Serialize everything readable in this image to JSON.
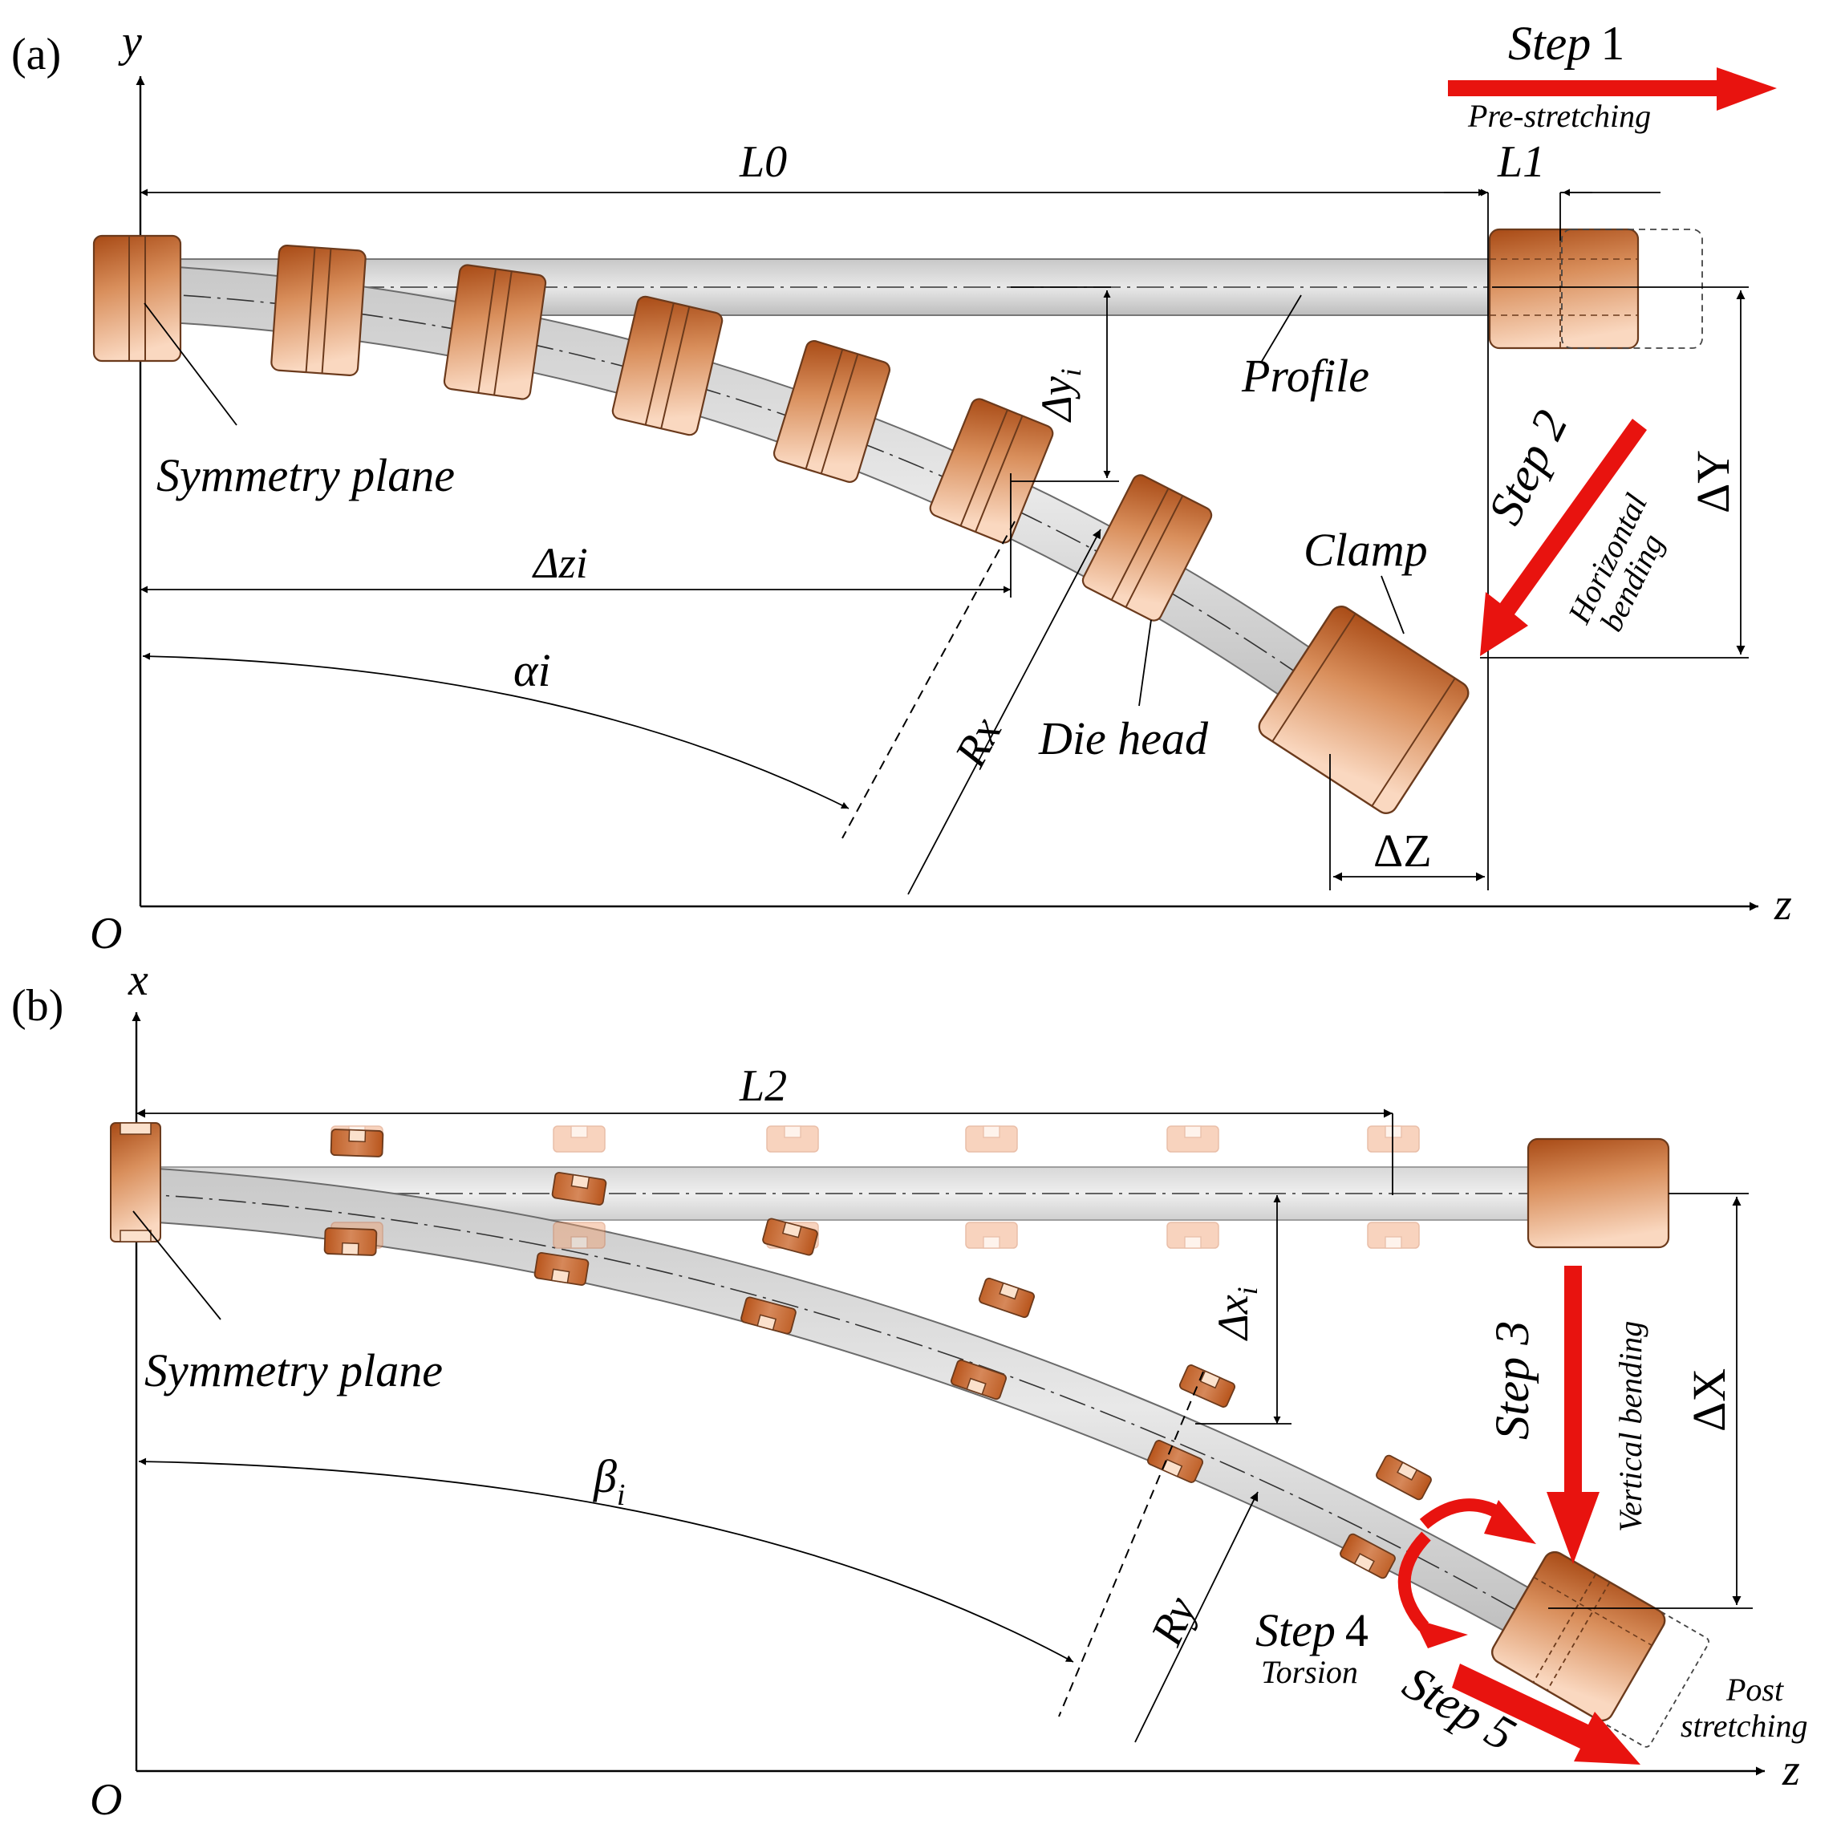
{
  "panel_a": {
    "label": "(a)",
    "axis_y": "y",
    "axis_z": "z",
    "origin": "O",
    "step1": {
      "word": "Step",
      "num": "1",
      "caption": "Pre-stretching"
    },
    "step2": {
      "word": "Step 2",
      "caption_1": "Horizontal",
      "caption_2": "bending"
    },
    "dim_L0": "L0",
    "dim_L1": "L1",
    "dim_dyi": "Δy",
    "dim_dyi_sub": "i",
    "dim_dzi": "Δzi",
    "dim_dY": "ΔY",
    "dim_dZ": "ΔZ",
    "angle_alpha": "αi",
    "radius": "Rx",
    "label_profile": "Profile",
    "label_symmetry": "Symmetry plane",
    "label_clamp": "Clamp",
    "label_die": "Die head"
  },
  "panel_b": {
    "label": "(b)",
    "axis_x": "x",
    "axis_z": "z",
    "origin": "O",
    "step3": {
      "word": "Step 3",
      "caption": "Vertical bending"
    },
    "step4": {
      "word": "Step",
      "num": "4",
      "caption": "Torsion"
    },
    "step5": {
      "word": "Step 5"
    },
    "post_1": "Post",
    "post_2": "stretching",
    "dim_L2": "L2",
    "dim_dxi": "Δx",
    "dim_dxi_sub": "i",
    "dim_dX": "ΔX",
    "angle_beta": "β",
    "angle_beta_sub": "i",
    "radius": "Ry",
    "label_symmetry": "Symmetry plane"
  },
  "colors": {
    "arrow_red": "#e8130f",
    "copper_dark": "#b8551c",
    "copper_light": "#f8d2b4",
    "profile_gray": "#d2d2d2"
  }
}
